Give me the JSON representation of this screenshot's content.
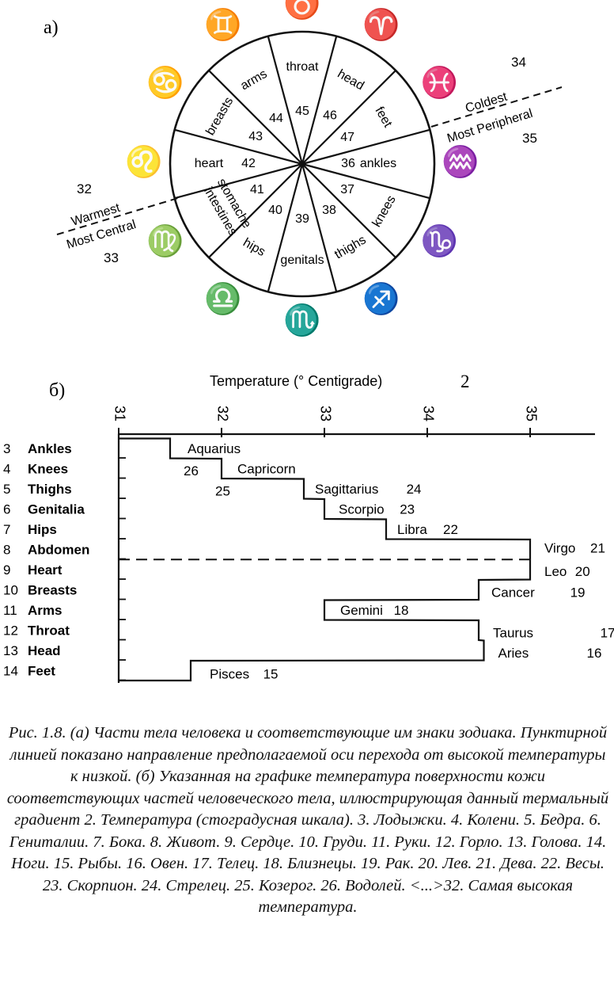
{
  "panel_a": {
    "label": "а)",
    "segments": [
      {
        "part": "throat",
        "num": "45"
      },
      {
        "part": "head",
        "num": "46"
      },
      {
        "part": "feet",
        "num": "47"
      },
      {
        "part": "ankles",
        "num": "36"
      },
      {
        "part": "knees",
        "num": "37"
      },
      {
        "part": "thighs",
        "num": "38"
      },
      {
        "part": "genitals",
        "num": "39"
      },
      {
        "part": "hips",
        "num": "40"
      },
      {
        "part": "stomache intestines",
        "num": "41"
      },
      {
        "part": "heart",
        "num": "42"
      },
      {
        "part": "breasts",
        "num": "43"
      },
      {
        "part": "arms",
        "num": "44"
      }
    ],
    "zodiac_glyphs": [
      "♉",
      "♈",
      "♓",
      "♒",
      "♑",
      "♐",
      "♏",
      "♎",
      "♍",
      "♌",
      "♋",
      "♊"
    ],
    "axis_cold": {
      "line1": "Coldest",
      "line2": "Most Peripheral",
      "num_top": "34",
      "num_bottom": "35"
    },
    "axis_warm": {
      "line1": "Warmest",
      "line2": "Most Central",
      "num_top": "32",
      "num_bottom": "33"
    }
  },
  "panel_b": {
    "label": "б)",
    "axis_title": "Temperature (° Centigrade)",
    "axis_title_num": "2",
    "row_labels": [
      {
        "num": "3",
        "name": "Ankles"
      },
      {
        "num": "4",
        "name": "Knees"
      },
      {
        "num": "5",
        "name": "Thighs"
      },
      {
        "num": "6",
        "name": "Genitalia"
      },
      {
        "num": "7",
        "name": "Hips"
      },
      {
        "num": "8",
        "name": "Abdomen"
      },
      {
        "num": "9",
        "name": "Heart"
      },
      {
        "num": "10",
        "name": "Breasts"
      },
      {
        "num": "11",
        "name": "Arms"
      },
      {
        "num": "12",
        "name": "Throat"
      },
      {
        "num": "13",
        "name": "Head"
      },
      {
        "num": "14",
        "name": "Feet"
      }
    ],
    "sign_labels": [
      {
        "sign": "Aquarius",
        "num": "26"
      },
      {
        "sign": "Capricorn",
        "num": "25"
      },
      {
        "sign": "Sagittarius",
        "num": "24"
      },
      {
        "sign": "Scorpio",
        "num": "23"
      },
      {
        "sign": "Libra",
        "num": "22"
      },
      {
        "sign": "Virgo",
        "num": "21"
      },
      {
        "sign": "Leo",
        "num": "20"
      },
      {
        "sign": "Cancer",
        "num": "19"
      },
      {
        "sign": "Gemini",
        "num": "18"
      },
      {
        "sign": "Taurus",
        "num": "17"
      },
      {
        "sign": "Aries",
        "num": "16"
      },
      {
        "sign": "Pisces",
        "num": "15"
      }
    ]
  },
  "chart_data": {
    "type": "bar",
    "title": "Temperature (° Centigrade)",
    "orientation": "horizontal-step",
    "categories": [
      "Ankles",
      "Knees",
      "Thighs",
      "Genitalia",
      "Hips",
      "Abdomen",
      "Heart",
      "Breasts",
      "Arms",
      "Throat",
      "Head",
      "Feet"
    ],
    "series": [
      {
        "values": [
          31.5,
          32.0,
          32.8,
          33.0,
          33.6,
          35.0,
          35.0,
          34.5,
          33.0,
          34.5,
          34.55,
          31.7
        ]
      }
    ],
    "point_labels": [
      "Aquarius 26",
      "Capricorn 25",
      "Sagittarius 24",
      "Scorpio 23",
      "Libra 22",
      "Virgo 21",
      "Leo 20",
      "Cancer 19",
      "Gemini 18",
      "Taurus 17",
      "Aries 16",
      "Pisces 15"
    ],
    "x_ticks": [
      "31",
      "32",
      "33",
      "34",
      "35"
    ],
    "xlim": [
      31,
      35.7
    ],
    "grid": false,
    "legend": "none"
  },
  "caption": "Рис. 1.8. (а) Части тела человека и соответствующие им знаки зодиака. Пунктирной линией показано направление предполагаемой оси перехода от высокой температуры к низкой. (б) Указанная на графике температура поверхности кожи соответствующих частей человеческого тела, иллюстрирующая данный термальный градиент 2. Температура (стоградусная шкала). 3. Лодыжки. 4. Колени. 5. Бедра. 6. Гениталии. 7. Бока. 8. Живот. 9. Сердце. 10. Груди. 11. Руки. 12. Горло. 13. Голова. 14. Ноги. 15. Рыбы. 16. Овен. 17. Телец. 18. Близнецы. 19. Рак. 20. Лев. 21. Дева. 22. Весы. 23. Скорпион. 24. Стрелец. 25. Козерог. 26. Водолей. <...>32. Самая высокая температура."
}
